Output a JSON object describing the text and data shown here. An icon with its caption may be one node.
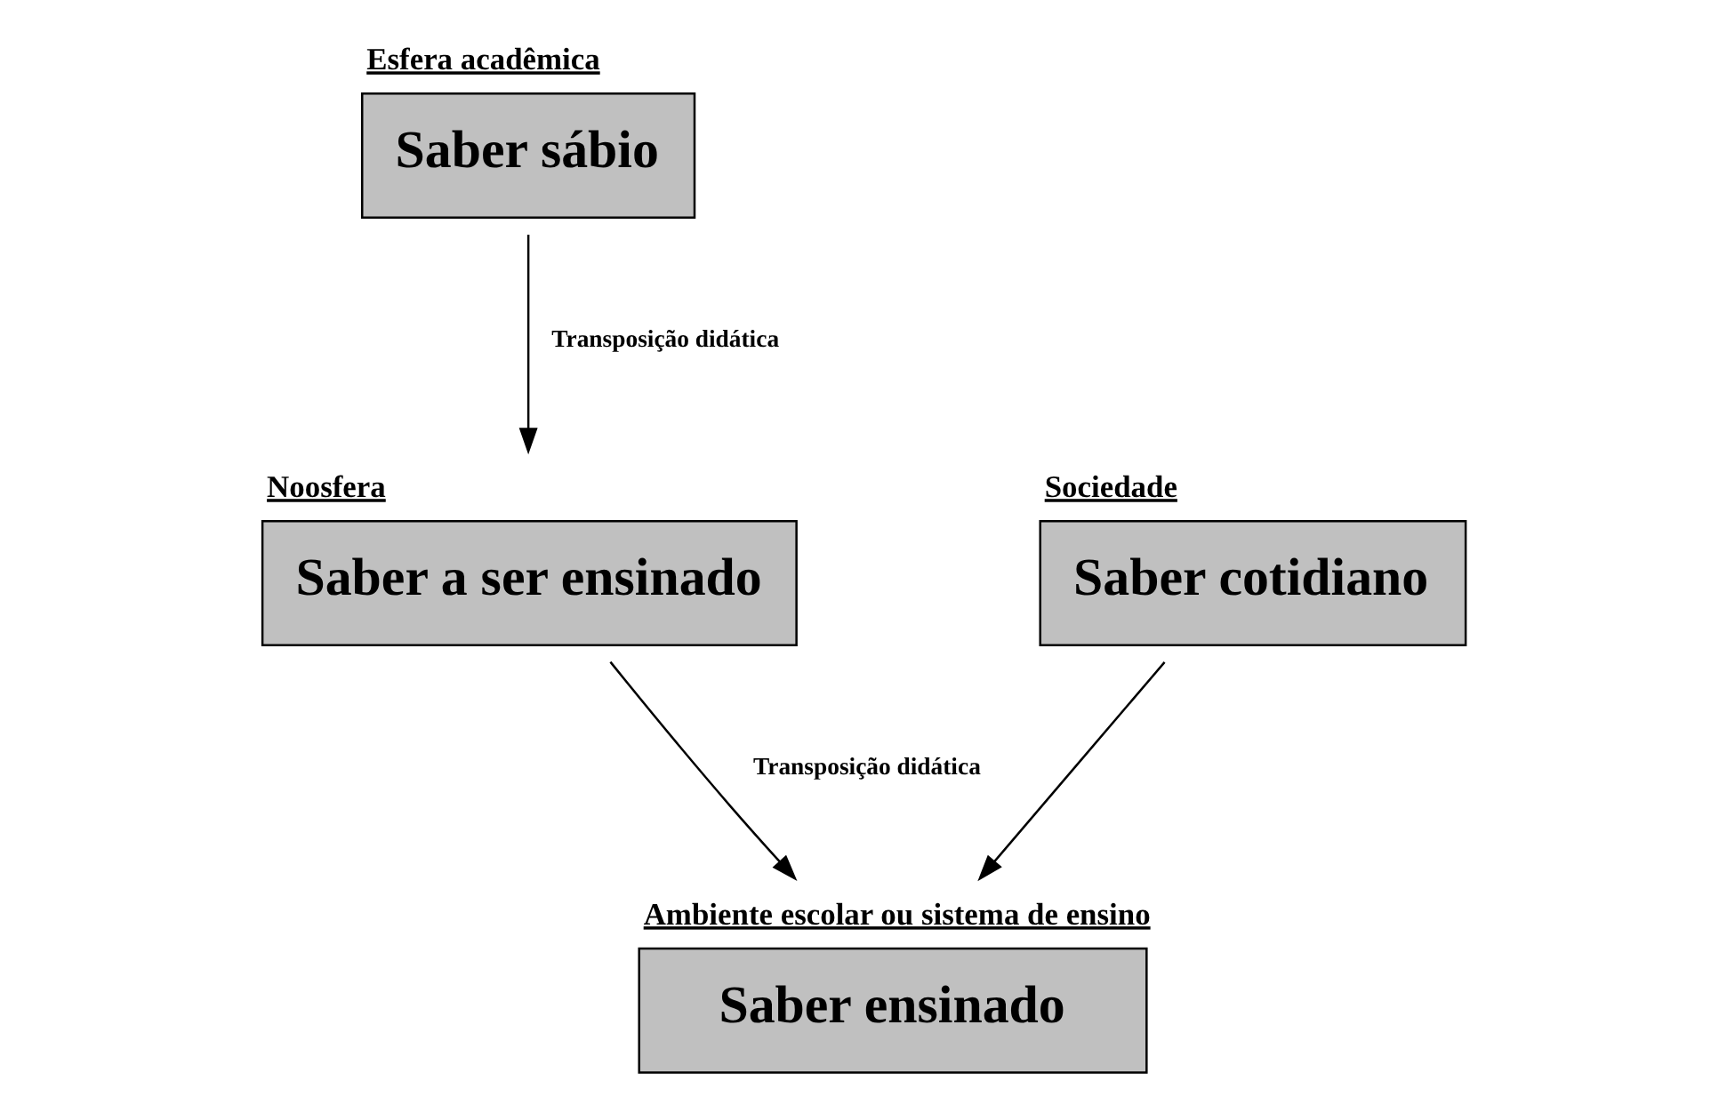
{
  "diagram": {
    "nodes": [
      {
        "text": [
          "Esfera acadêmica",
          "Saber sábio"
        ]
      },
      {
        "text": [
          "Noosfera",
          "Saber a ser ensinado"
        ]
      },
      {
        "text": [
          "Sociedade",
          "Saber cotidiano"
        ]
      },
      {
        "text": [
          "Ambiente escolar ou sistema de ensino",
          "Saber ensinado"
        ]
      }
    ],
    "edges": [
      {
        "from": 0,
        "to": 1,
        "arrow": "to",
        "label": "Transposição didática"
      },
      {
        "from": 1,
        "to": 3,
        "arrow": "to",
        "label": "Transposição didática"
      },
      {
        "from": 2,
        "to": 3,
        "arrow": "to"
      }
    ]
  }
}
